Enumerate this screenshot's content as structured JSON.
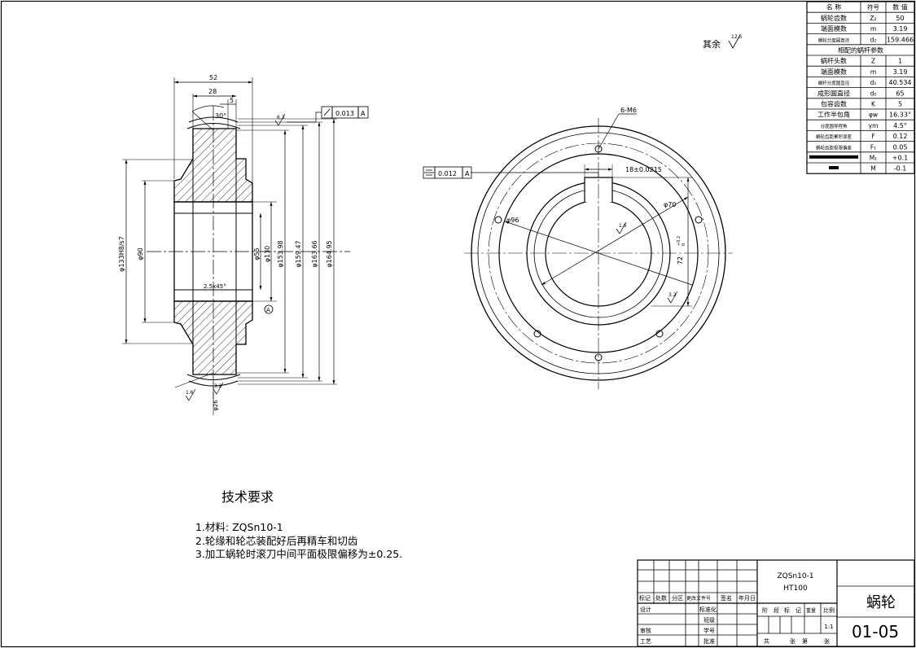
{
  "drawing": {
    "part_name": "蜗轮",
    "drawing_number": "01-05",
    "material_line_1": "ZQSn10-1",
    "material_line_2": "HT100",
    "scale": "1:1",
    "surface_note_label": "其余",
    "surface_note_value": "12.5"
  },
  "param_table": {
    "header": [
      "名 称",
      "符号",
      "数 值"
    ],
    "rows": [
      [
        "蜗轮齿数",
        "Z₂",
        "50"
      ],
      [
        "端面模数",
        "m",
        "3.19"
      ],
      [
        "蜗轮分度圆直径",
        "d₂",
        "159.466"
      ]
    ],
    "section_title": "相配的蜗杆参数",
    "rows2": [
      [
        "蜗杆头数",
        "Z",
        "1"
      ],
      [
        "端面模数",
        "m",
        "3.19"
      ],
      [
        "蜗杆分度圆直径",
        "d₁",
        "40.534"
      ],
      [
        "成形圆直径",
        "d₀",
        "65"
      ],
      [
        "包容齿数",
        "K",
        "5"
      ],
      [
        "工作半包角",
        "φw",
        "16.33°"
      ],
      [
        "分度圆导程角",
        "γm",
        "4.5°"
      ],
      [
        "蜗轮齿距累积误差",
        "F",
        "0.12"
      ],
      [
        "蜗轮齿距极限偏差",
        "F₁",
        "0.05"
      ],
      [
        "",
        "M₁",
        "+0.1"
      ],
      [
        "",
        "M",
        "-0.1"
      ]
    ]
  },
  "tech_requirements": {
    "title": "技术要求",
    "items": [
      "1.材料: ZQSn10-1",
      "2.轮缘和轮芯装配好后再精车和切齿",
      "3.加工蜗轮时滚刀中间平面极限偏移为±0.25."
    ]
  },
  "title_block": {
    "row_labels": [
      "标记",
      "处数",
      "分区",
      "更改文件号",
      "签名",
      "年月日"
    ],
    "design": "设计",
    "standardize": "标准化",
    "review": "审核",
    "process": "工艺",
    "class": "班级",
    "student_no": "学号",
    "approve": "批准",
    "stage_header": [
      "阶",
      "段",
      "标",
      "记",
      "重量",
      "比例"
    ],
    "sheet_line": [
      "共",
      "张",
      "第",
      "张"
    ]
  },
  "section_view": {
    "dim_52": "52",
    "dim_28": "28",
    "dim_5": "5",
    "angle_30": "30°",
    "chamfer": "2.5x45°",
    "d_133": "φ133H8/s7",
    "d_90": "φ90",
    "d_55": "φ55",
    "d_bore": "φ130",
    "d_153": "φ153.98",
    "d_159": "φ159.47",
    "d_163": "φ163.66",
    "d_164": "φ164.95",
    "rough_63": "6.3",
    "rough_16": "1.6",
    "rough_32": "3.2",
    "d_bottom": "φ26",
    "gdt_tol": "0.013",
    "gdt_datum": "A",
    "datum": "A"
  },
  "front_view": {
    "holes": "6-M6",
    "keyway": "18±0.0215",
    "d_70": "φ70",
    "d_96": "φ96",
    "d_72": "72",
    "tol_72": "+0.2",
    "tol_72b": "0",
    "rough_16": "1.6",
    "rough_32": "3.2",
    "sym_tol": "0.012",
    "sym_datum": "A"
  }
}
